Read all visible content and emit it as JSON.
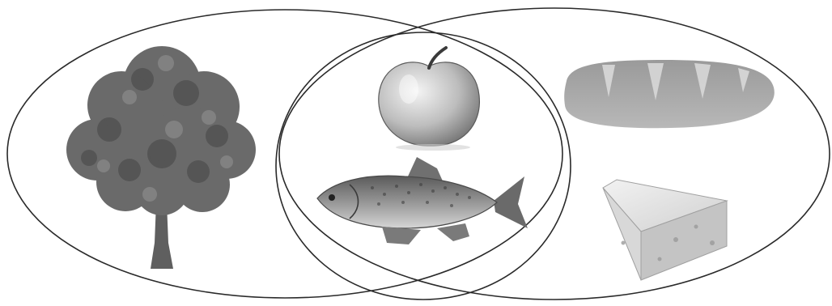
{
  "diagram": {
    "type": "venn-with-pictures",
    "sets": [
      {
        "id": "left",
        "contents": [
          "tree",
          "apple",
          "fish"
        ]
      },
      {
        "id": "right",
        "contents": [
          "apple",
          "fish",
          "bread",
          "cheese"
        ]
      },
      {
        "id": "inner",
        "contents": [
          "apple",
          "fish"
        ]
      }
    ],
    "items": [
      {
        "id": "tree",
        "icon": "tree-icon"
      },
      {
        "id": "apple",
        "icon": "apple-icon"
      },
      {
        "id": "fish",
        "icon": "fish-icon"
      },
      {
        "id": "bread",
        "icon": "bread-icon"
      },
      {
        "id": "cheese",
        "icon": "cheese-icon"
      }
    ],
    "colors": {
      "outline": "#2a2a2a",
      "background": "#ffffff"
    }
  }
}
